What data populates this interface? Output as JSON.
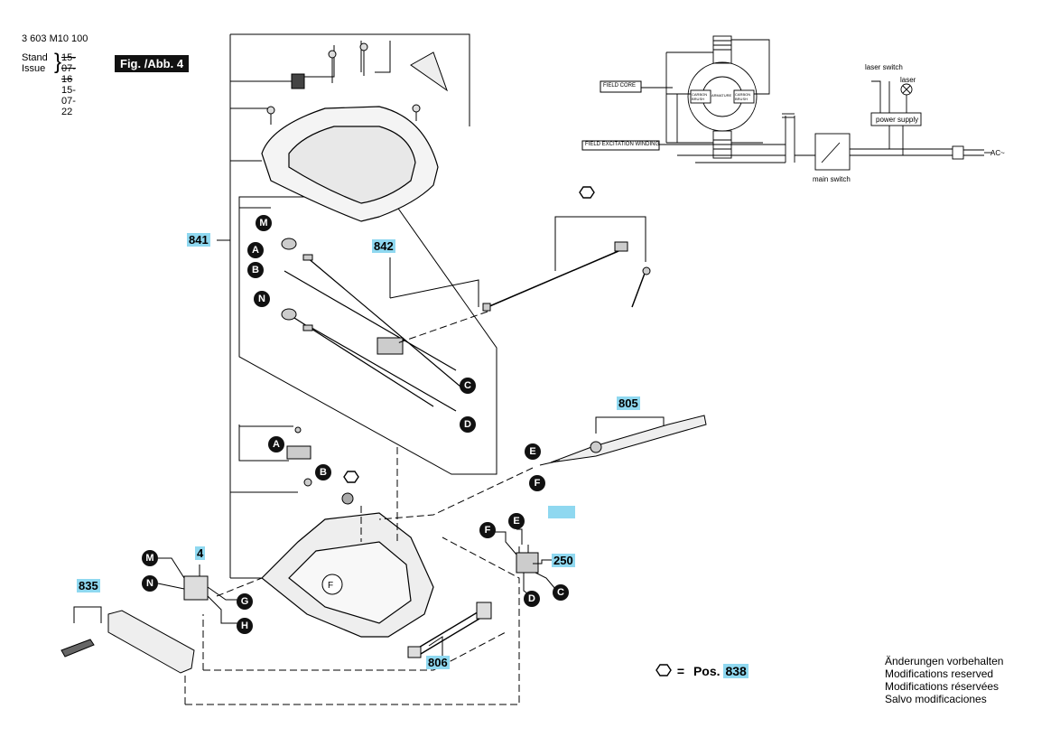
{
  "header": {
    "doc_number": "3 603 M10 100",
    "stand_label": "Stand",
    "issue_label": "Issue",
    "stand_date": "15-07-16",
    "issue_date": "15-07-22",
    "figure_label": "Fig. /Abb. 4"
  },
  "part_numbers": {
    "p841": "841",
    "p842": "842",
    "p805": "805",
    "p250": "250",
    "p4": "4",
    "p835": "835",
    "p806": "806"
  },
  "letters": {
    "M": "M",
    "A": "A",
    "B": "B",
    "N": "N",
    "C": "C",
    "D": "D",
    "E": "E",
    "F": "F",
    "G": "G",
    "H": "H"
  },
  "schematic": {
    "field_core": "FIELD CORE",
    "field_excitation": "FIELD EXCITATION WINDING",
    "armature": "ARMATURE",
    "carbon_brush": "CARBON BRUSH",
    "laser_switch": "laser switch",
    "laser": "laser",
    "power_supply": "power supply",
    "main_switch": "main switch",
    "ac": "AC~"
  },
  "legend": {
    "equals": "=",
    "pos_label": "Pos.",
    "pos_number": "838"
  },
  "notes": [
    "Änderungen vorbehalten",
    "Modifications reserved",
    "Modifications réservées",
    "Salvo modificaciones"
  ]
}
